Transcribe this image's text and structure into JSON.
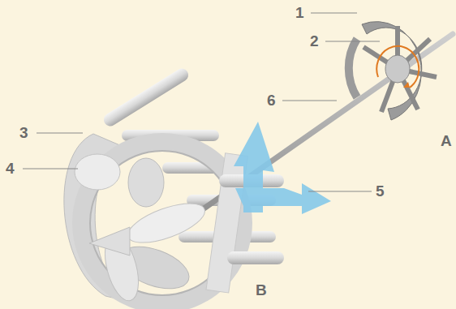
{
  "diagram": {
    "labels": [
      "1",
      "2",
      "6",
      "3",
      "4",
      "5",
      "A",
      "B"
    ]
  }
}
